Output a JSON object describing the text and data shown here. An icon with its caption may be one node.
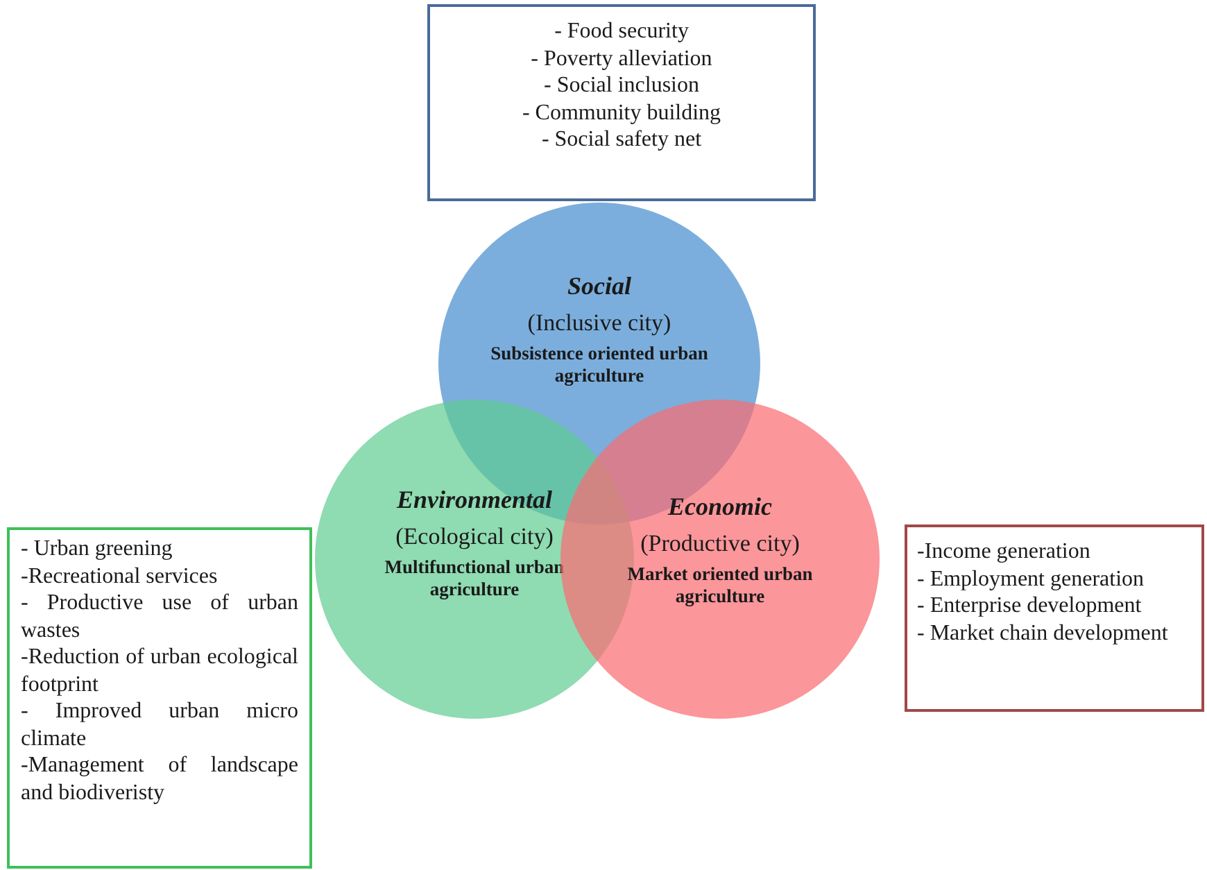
{
  "diagram": {
    "nodes": [
      {
        "text": [
          "- Food security",
          "- Poverty alleviation",
          "- Social inclusion",
          "- Community building",
          "- Social safety net"
        ]
      },
      {
        "text": [
          "Social",
          "(Inclusive city)",
          "Subsistence oriented urban agriculture"
        ]
      },
      {
        "text": [
          "Environmental",
          "(Ecological city)",
          "Multifunctional urban agriculture"
        ]
      },
      {
        "text": [
          "Economic",
          "(Productive city)",
          "Market oriented urban agriculture"
        ]
      },
      {
        "text": [
          "- Urban greening",
          "-Recreational services",
          "- Productive use of urban wastes",
          "-Reduction of urban ecological footprint",
          "- Improved urban micro climate",
          "-Management of landscape and biodiveristy"
        ]
      },
      {
        "text": [
          "-Income generation",
          "- Employment generation",
          "- Enterprise development",
          "- Market chain development"
        ]
      }
    ]
  }
}
